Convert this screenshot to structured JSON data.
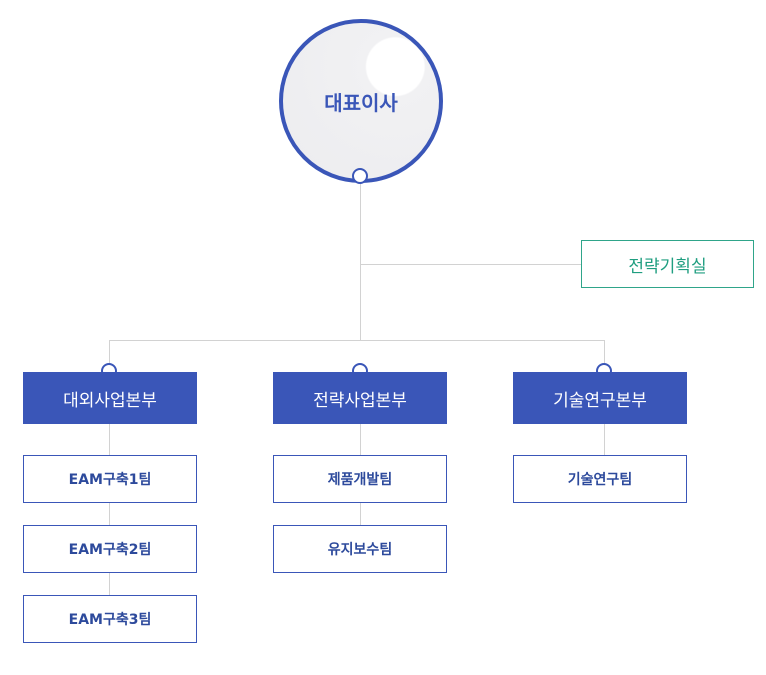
{
  "ceo": {
    "label": "대표이사"
  },
  "staff": {
    "label": "전략기획실"
  },
  "divisions": [
    {
      "label": "대외사업본부",
      "teams": [
        "EAM구축1팀",
        "EAM구축2팀",
        "EAM구축3팀"
      ]
    },
    {
      "label": "전략사업본부",
      "teams": [
        "제품개발팀",
        "유지보수팀"
      ]
    },
    {
      "label": "기술연구본부",
      "teams": [
        "기술연구팀"
      ]
    }
  ],
  "colors": {
    "primary": "#3a56b8",
    "staff": "#1f9e80",
    "connector": "#d2d2d2"
  }
}
